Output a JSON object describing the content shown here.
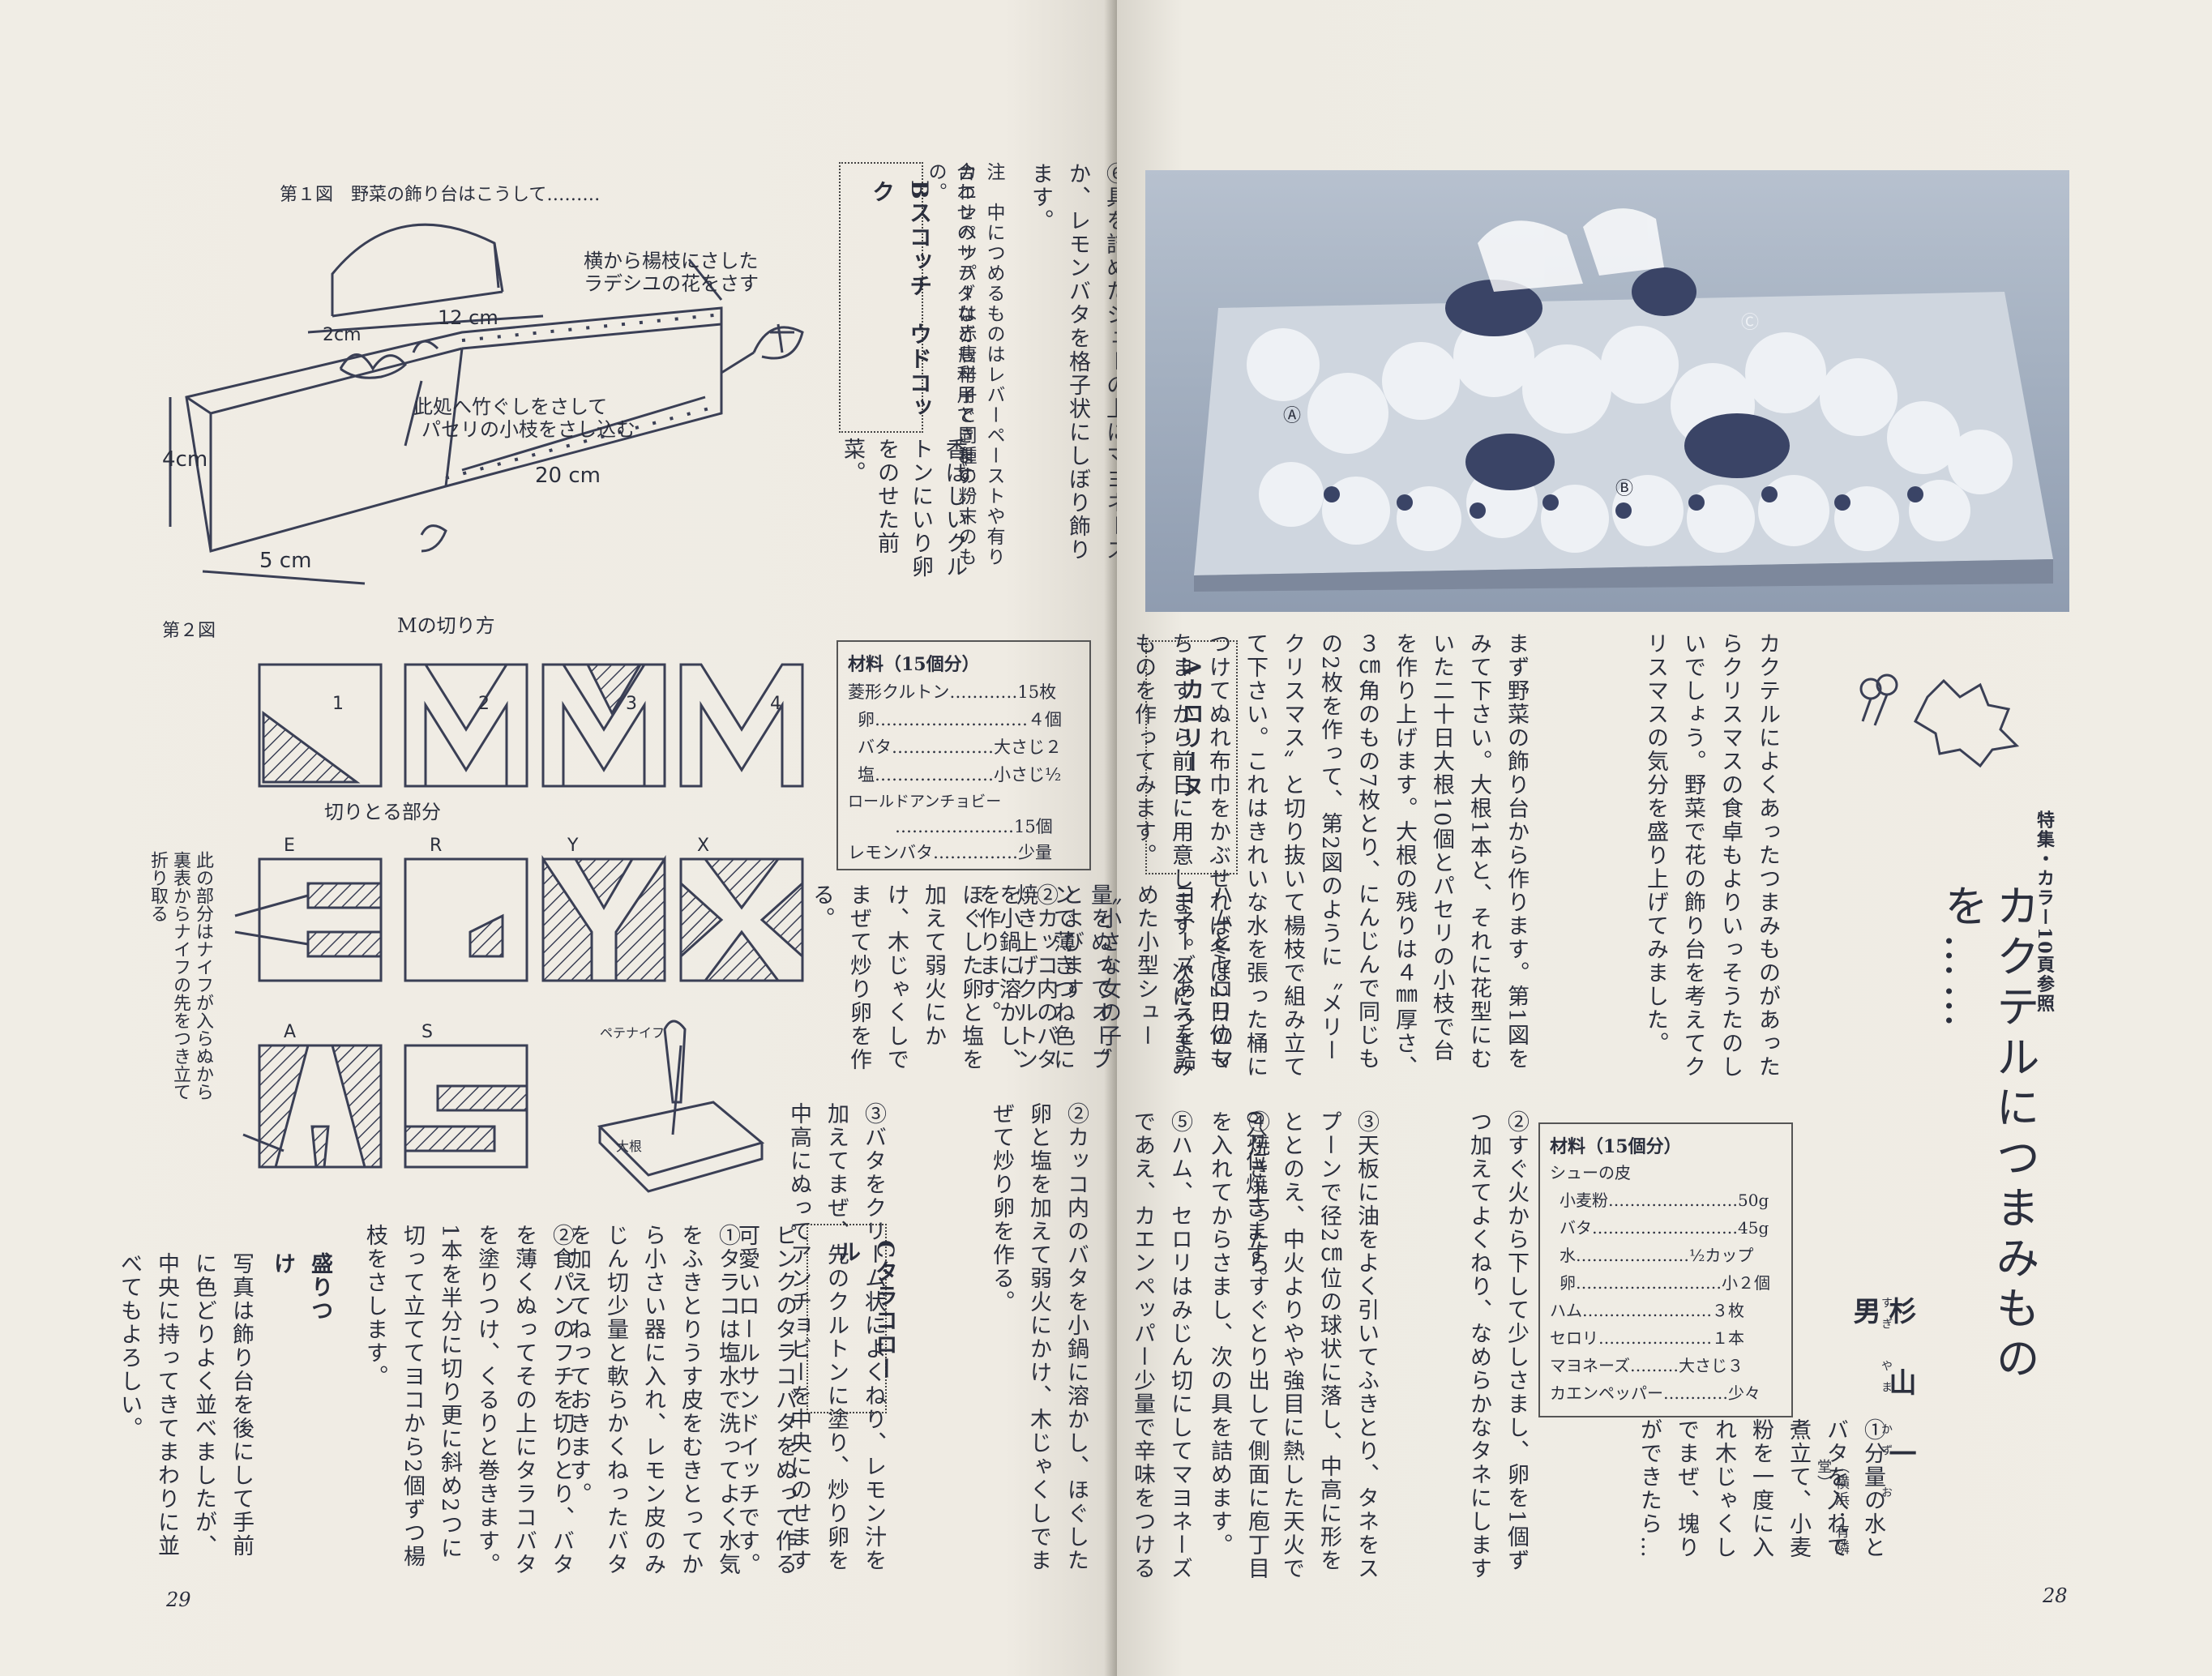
{
  "left_page": {
    "figure1_caption": "第１図　野菜の飾り台はこうして………",
    "figure1_labels": {
      "note_top": "横から楊枝にさした",
      "note_top2": "ラデシユの花をさす",
      "dim_20": "2cm",
      "dim_12": "12 cm",
      "note_mid": "此処へ竹ぐしをさして",
      "note_mid2": "パセリの小枝をさし込む",
      "dim_4": "4cm",
      "dim_20cm": "20 cm",
      "dim_5": "5 cm"
    },
    "figure2_caption": "第２図",
    "figure2_title": "Mの切り方",
    "figure2_labels": {
      "n1": "1",
      "n2": "2",
      "n3": "3",
      "n4": "4",
      "cut_part": "切りとる部分",
      "E": "E",
      "R": "R",
      "Y": "Y",
      "X": "X",
      "A": "A",
      "S": "S",
      "note_side": "此の部分はナイフが入らぬから\n裏表からナイフの先をつき立て\n折り取る",
      "knife": "ペテナイフ",
      "daikon": "大根"
    },
    "col6": "⑥具を詰めたシューの上にマヨネーズか、レモンバタを格子状にしぼり飾ります。",
    "note": "注　中につめるものはレバーペーストや有り合わせのサラダなども利用できます。",
    "note2": "カエンペッパーは赤唐辛子と同種の粉末のもの。",
    "b_title": "Bスコッチ　ウドコック",
    "b_desc": "香ばしいクルトンにいり卵をのせた前菜。",
    "b_materials_title": "材料（15個分）",
    "b_materials": [
      "菱形クルトン…………15枚",
      "卵………………………４個",
      "バタ………………大さじ２",
      "塩…………………小さじ½",
      "ロールドアンチョビー",
      "…………………15個",
      "レモンバタ……………少量"
    ],
    "b_step1": "①食パン4枚で各々4つの菱形を切り、サラダ油少量をぬってオーブンで薄きつね色に焼き上げクルトンを作ります。",
    "b_step2": "②カッコ内のバタを小鍋に溶かし、ほぐした卵と塩を加えて弱火にかけ、木じゃくしでまぜて炒り卵を作る。",
    "b_step3": "③バタをクリーム状によくねり、レモン汁を加えてまぜ、先のクルトンに塗り、炒り卵を中高にぬってアンチョビーを中央にのせます",
    "c_title": "Cタラコロール",
    "c_desc": "ピンクのタラコバタをぬって作る可愛いロールサンドイッチです。",
    "c_step1": "①タラコは塩水で洗ってよく水気をふきとりうす皮をむきとってから小さい器に入れ、レモン皮のみじん切少量と軟らかくねったバタを加えてねっておきます。",
    "c_step2": "②食パンのフチを切りとり、バタを薄くぬってその上にタラコバタを塗りつけ、くるりと巻きます。1本を半分に切り更に斜め2つに切って立ててヨコから2個ずつ楊枝をさします。",
    "moritsuke_title": "盛りつけ",
    "moritsuke": "写真は飾り台を後にして手前に色どりよく並べましたが、中央に持ってきてまわりに並べてもよろしい。",
    "page_number": "29"
  },
  "right_page": {
    "photo_labels": {
      "A": "Ⓐ",
      "B": "Ⓑ",
      "C": "Ⓒ"
    },
    "feature_label": "特集・カラー10頁参照",
    "title": "カクテルにつまみものを……",
    "author": "杉　山　一　男",
    "author_ruby": "すぎ　やま　かず　お",
    "author_affil": "（横浜・有隣堂）",
    "intro": "カクテルによくあったつまみものがあったらクリスマスの食卓もよりいっそうたのしいでしょう。野菜で花の飾り台を考えてクリスマスの気分を盛り上げてみました。",
    "body1": "まず野菜の飾り台から作ります。第1図をみて下さい。大根1本と、それに花型にむいた二十日大根10個とパセリの小枝で台を作り上げます。大根の残りは４㎜厚さ、３㎝角のもの7枚とり、にんじんで同じもの2枚を作って、第2図のように〝メリー　クリスマス〟と切り抜いて楊枝で組み立てて下さい。これはきれいな水を張った桶につけてぬれ布巾をかぶせれば冬は2日位もちますから前日に用意します。次につまみものを作ってみます。",
    "a_title": "Aカロリーヌ",
    "a_desc": "ハムとセロリのマヨネーズあえを詰めた小型シュー〝小さな女の子〟とよびます",
    "a_materials_title": "材料（15個分）",
    "a_materials": [
      "シューの皮",
      "小麦粉……………………50g",
      "バタ………………………45g",
      "水…………………½カップ",
      "卵………………………小２個",
      "ハム……………………３枚",
      "セロリ…………………１本",
      "マヨネーズ………大さじ３",
      "カエンペッパー…………少々"
    ],
    "a_step1": "①分量の水とバタを入れて煮立て、小麦粉を一度に入れ木じゃくしでまぜ、塊りができたら…",
    "a_step2": "②すぐ火から下して少しさまし、卵を1個ずつ加えてよくねり、なめらかなタネにします",
    "a_step3": "③天板に油をよく引いてふきとり、タネをスプーンで径2㎝位の球状に落し、中高に形をととのえ、中火よりやや強目に熱した天火で6分位焼きます。",
    "a_step4": "④焼き上ったらすぐとり出して側面に庖丁目を入れてからさまし、次の具を詰めます。",
    "a_step5": "⑤ハム、セロリはみじん切にしてマヨネーズであえ、カエンペッパー少量で辛味をつける",
    "page_number": "28"
  }
}
